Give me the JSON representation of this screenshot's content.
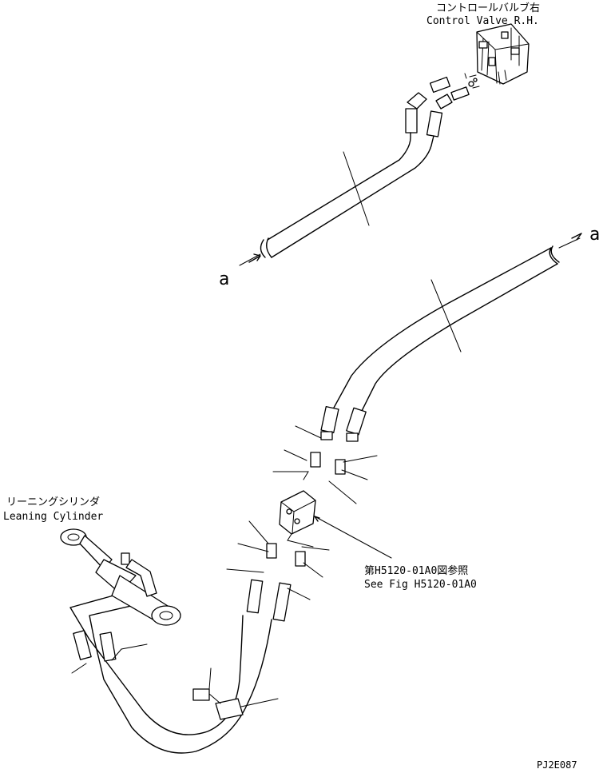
{
  "labels": {
    "control_valve_jp": "コントロールバルブ右",
    "control_valve_en": "Control Valve R.H.",
    "leaning_cyl_jp": "リーニングシリンダ",
    "leaning_cyl_en": "Leaning Cylinder",
    "see_fig_jp": "第H5120-01A0図参照",
    "see_fig_en": "See Fig H5120-01A0",
    "connector_a_left": "a",
    "connector_a_right": "a",
    "drawing_code": "PJ2E087"
  }
}
